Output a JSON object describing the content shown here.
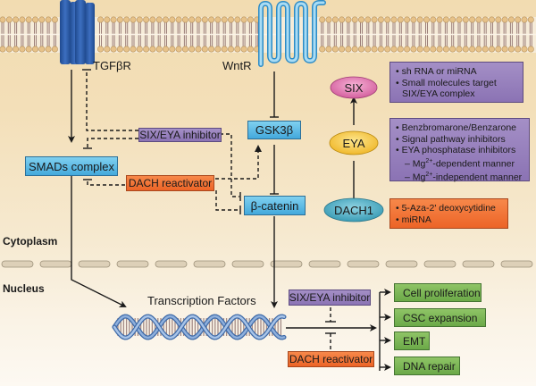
{
  "regions": {
    "cytoplasm": "Cytoplasm",
    "nucleus": "Nucleus"
  },
  "receptors": {
    "tgfbr": "TGFβR",
    "wntr": "WntR"
  },
  "nodes": {
    "smads": "SMADs complex",
    "gsk3b": "GSK3β",
    "bcatenin": "β-catenin",
    "six": "SIX",
    "eya": "EYA",
    "dach1": "DACH1",
    "transcription_factors": "Transcription Factors"
  },
  "modulators": {
    "six_eya_inhibitor": "SIX/EYA inhibitor",
    "dach_reactivator": "DACH reactivator"
  },
  "outcomes": [
    "Cell proliferation",
    "CSC expansion",
    "EMT",
    "DNA repair"
  ],
  "panels": {
    "six_targeting": {
      "items": [
        "sh RNA or miRNA",
        "Small molecules target",
        "SIX/EYA complex"
      ]
    },
    "eya_targeting": {
      "items": [
        "Benzbromarone/Benzarone",
        "Signal pathway inhibitors",
        "EYA phosphatase inhibitors"
      ],
      "subitems": [
        {
          "prefix": "Mg",
          "sup": "2+",
          "suffix": "-dependent manner"
        },
        {
          "prefix": "Mg",
          "sup": "2+",
          "suffix": "-independent manner"
        }
      ]
    },
    "dach_targeting": {
      "items": [
        "5-Aza-2' deoxycytidine",
        "miRNA"
      ]
    }
  },
  "colors": {
    "node_blue": "#4fb3e0",
    "inhibitor_purple": "#9580bb",
    "reactivator_orange": "#ef6c2e",
    "outcome_green": "#78b353",
    "six_pink": "#e27bb0",
    "eya_yellow": "#f5c73c",
    "dach_teal": "#4fb0c4",
    "receptor_blue": "#2d5ca8"
  }
}
